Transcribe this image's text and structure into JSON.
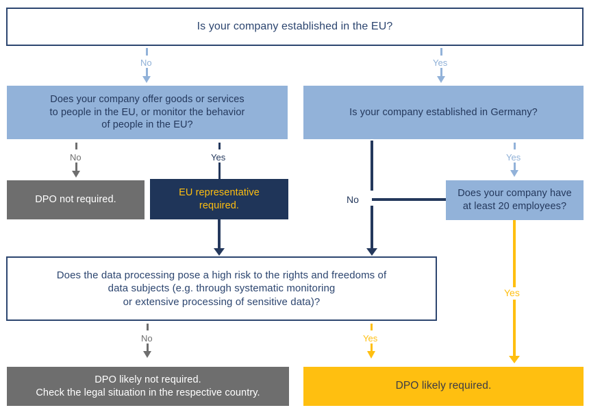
{
  "diagram": {
    "title_node": {
      "id": "q-established-eu",
      "text": "Is your company established in the EU?"
    },
    "nodes": [
      {
        "id": "q-established-eu",
        "kind": "question",
        "style": "outline",
        "lines": [
          "Is your company established in the EU?"
        ]
      },
      {
        "id": "q-offer-goods-eu",
        "kind": "question",
        "style": "blue",
        "lines": [
          "Does your company offer goods or services",
          "to people in the EU, or monitor the behavior",
          "of people in the EU?"
        ]
      },
      {
        "id": "q-established-germany",
        "kind": "question",
        "style": "blue",
        "lines": [
          "Is your company established in Germany?"
        ]
      },
      {
        "id": "r-dpo-not-required",
        "kind": "result",
        "style": "gray",
        "lines": [
          "DPO not required."
        ]
      },
      {
        "id": "r-eu-representative",
        "kind": "result",
        "style": "navy",
        "lines": [
          "EU representative",
          "required."
        ]
      },
      {
        "id": "q-20-employees",
        "kind": "question",
        "style": "blue",
        "lines": [
          "Does your company have",
          "at least 20 employees?"
        ]
      },
      {
        "id": "q-high-risk",
        "kind": "question",
        "style": "outline",
        "lines": [
          "Does the data processing pose a high risk to the rights and freedoms of",
          "data subjects (e.g. through systematic monitoring",
          "or extensive processing of sensitive data)?"
        ]
      },
      {
        "id": "r-dpo-likely-not-required",
        "kind": "result",
        "style": "gray",
        "lines": [
          "DPO likely not required.",
          "Check the legal situation in the respective country."
        ]
      },
      {
        "id": "r-dpo-likely-required",
        "kind": "result",
        "style": "orange",
        "lines": [
          "DPO likely required."
        ]
      }
    ],
    "edges": [
      {
        "id": "e-eu-no",
        "label": "No",
        "from": "q-established-eu",
        "to": "q-offer-goods-eu",
        "color": "blue"
      },
      {
        "id": "e-eu-yes",
        "label": "Yes",
        "from": "q-established-eu",
        "to": "q-established-germany",
        "color": "blue"
      },
      {
        "id": "e-goods-no",
        "label": "No",
        "from": "q-offer-goods-eu",
        "to": "r-dpo-not-required",
        "color": "gray"
      },
      {
        "id": "e-goods-yes",
        "label": "Yes",
        "from": "q-offer-goods-eu",
        "to": "r-eu-representative",
        "color": "navy"
      },
      {
        "id": "e-rep-to-risk",
        "label": "",
        "from": "r-eu-representative",
        "to": "q-high-risk",
        "color": "navy"
      },
      {
        "id": "e-germany-yes",
        "label": "Yes",
        "from": "q-established-germany",
        "to": "q-20-employees",
        "color": "blue"
      },
      {
        "id": "e-germany-no",
        "label": "No",
        "from": "q-established-germany",
        "to": "q-high-risk",
        "color": "navy"
      },
      {
        "id": "e-emp-no",
        "label": "",
        "from": "q-20-employees",
        "to": "q-high-risk",
        "color": "navy"
      },
      {
        "id": "e-emp-yes",
        "label": "Yes",
        "from": "q-20-employees",
        "to": "r-dpo-likely-required",
        "color": "orange"
      },
      {
        "id": "e-risk-no",
        "label": "No",
        "from": "q-high-risk",
        "to": "r-dpo-likely-not-required",
        "color": "gray"
      },
      {
        "id": "e-risk-yes",
        "label": "Yes",
        "from": "q-high-risk",
        "to": "r-dpo-likely-required",
        "color": "orange"
      }
    ],
    "labels": {
      "yes": "Yes",
      "no": "No"
    },
    "colors": {
      "outline_border": "#2c456f",
      "outline_text": "#2c456f",
      "blue_fill": "#92b2d9",
      "blue_text": "#24385c",
      "navy_fill": "#1f3559",
      "navy_text": "#ffbf10",
      "gray_fill": "#6e6e6e",
      "gray_text": "#ffffff",
      "orange_fill": "#ffbf10",
      "orange_text": "#3b3b46",
      "connector_blue": "#92b2d9",
      "connector_navy": "#24385c",
      "connector_gray": "#6e6e6e",
      "connector_orange": "#ffbf10"
    }
  }
}
